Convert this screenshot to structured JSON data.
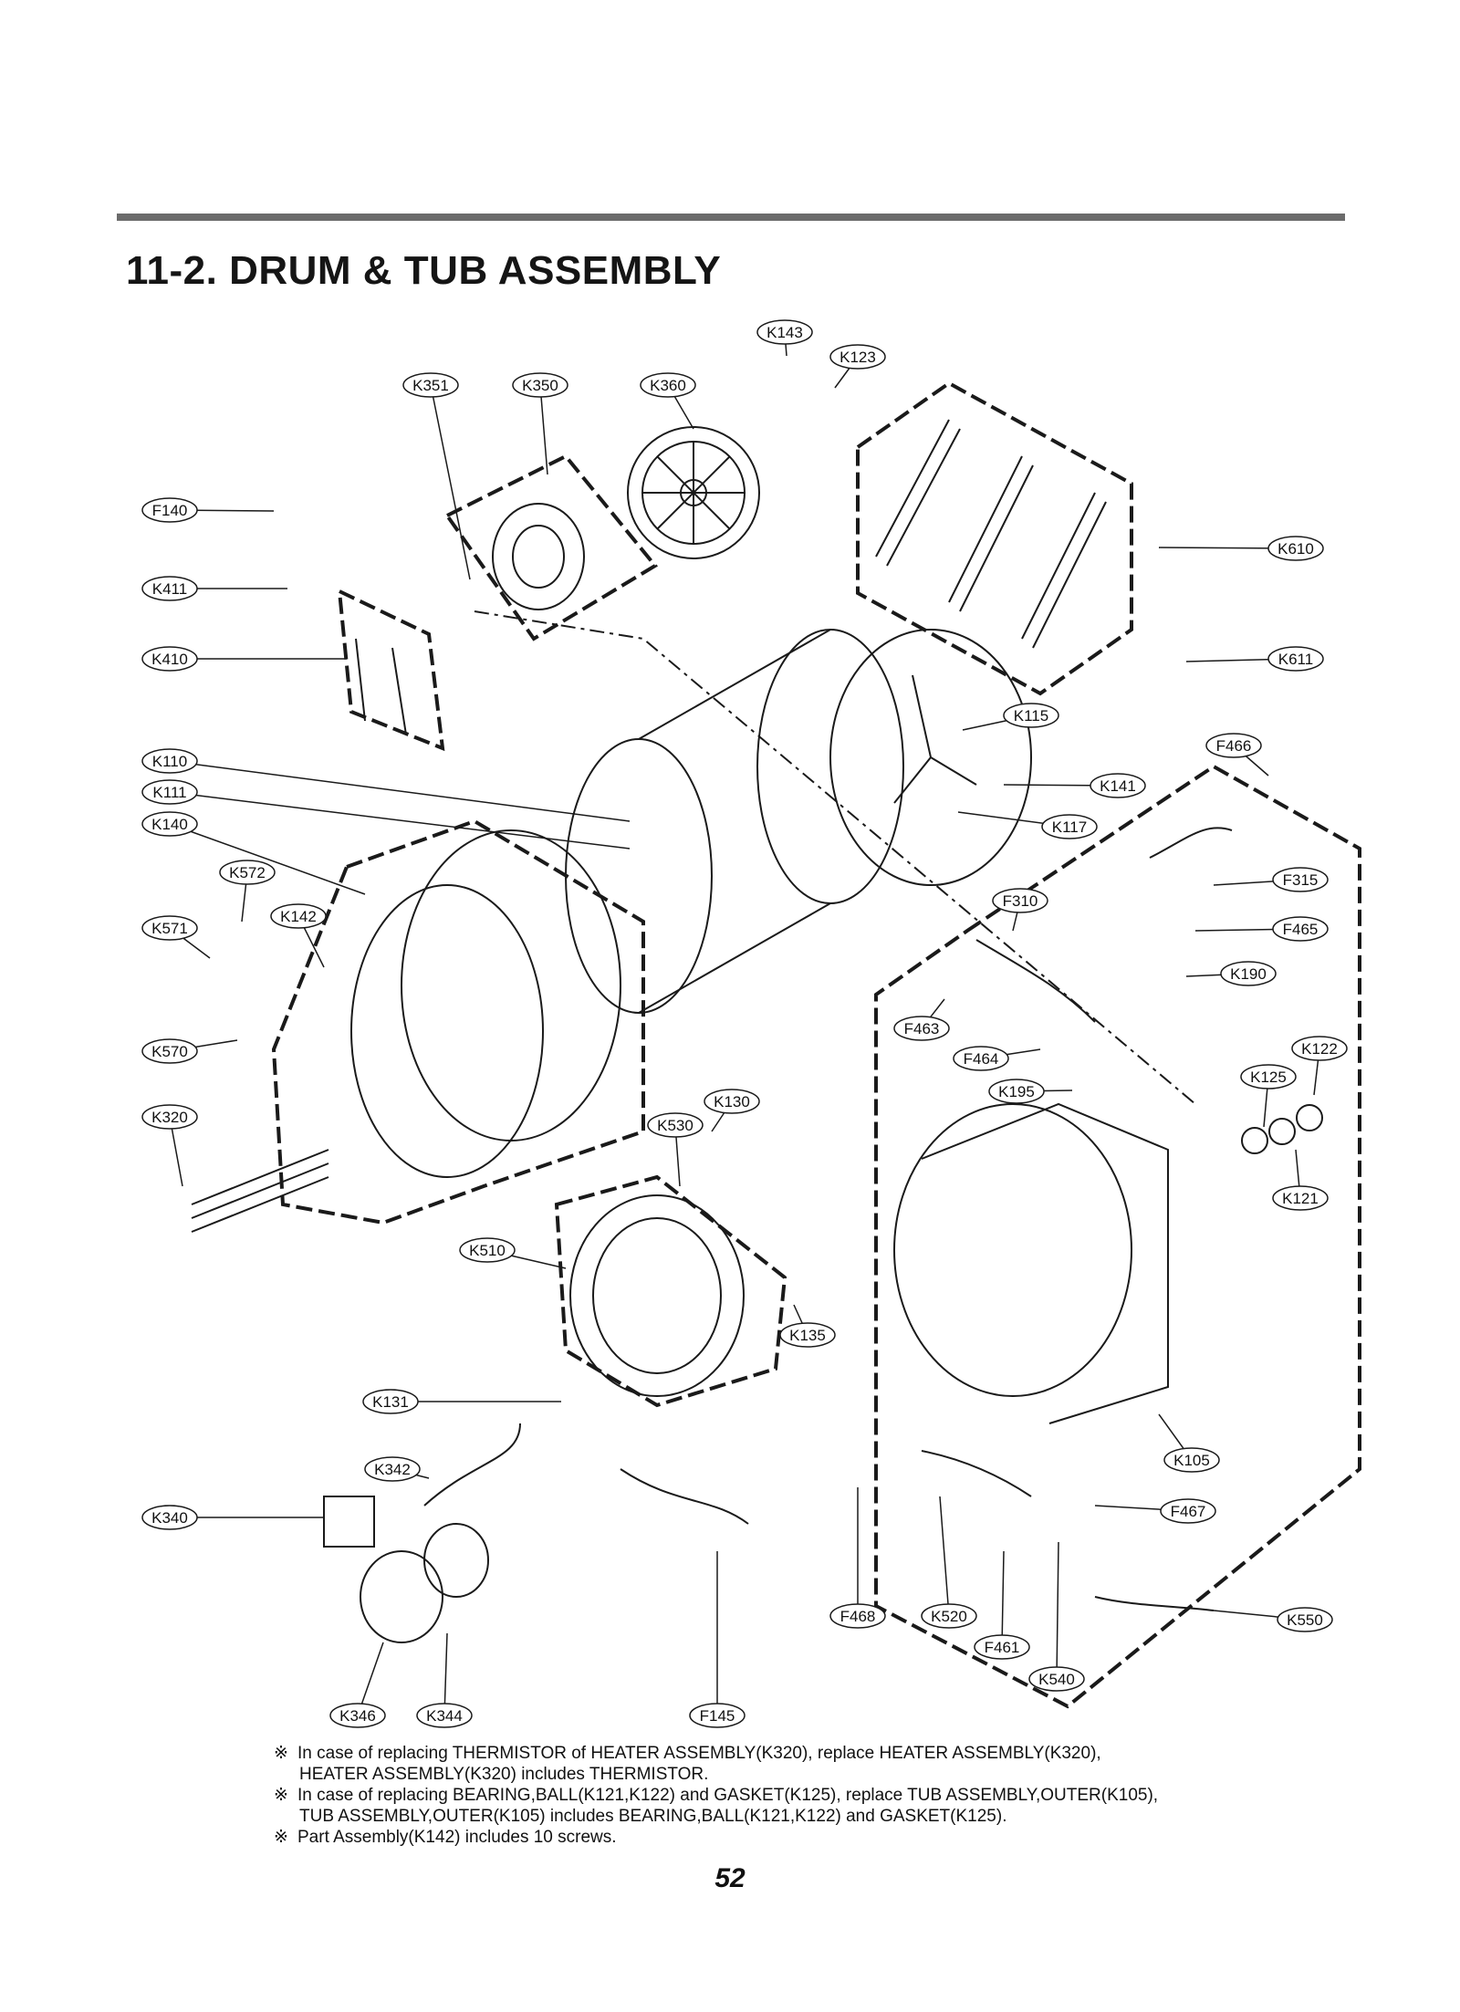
{
  "header": {
    "title": "11-2. DRUM & TUB ASSEMBLY"
  },
  "callouts": [
    "K143",
    "K123",
    "K351",
    "K350",
    "K360",
    "F140",
    "K411",
    "K410",
    "K610",
    "K611",
    "K115",
    "F466",
    "K110",
    "K111",
    "K141",
    "K140",
    "K117",
    "K572",
    "K142",
    "K571",
    "F315",
    "F310",
    "F465",
    "K190",
    "K570",
    "F463",
    "F464",
    "K122",
    "K125",
    "K195",
    "K320",
    "K130",
    "K530",
    "K121",
    "K510",
    "K135",
    "K131",
    "K105",
    "K342",
    "K340",
    "F467",
    "F468",
    "K520",
    "K550",
    "F461",
    "K540",
    "K346",
    "K344",
    "F145"
  ],
  "notes": [
    {
      "mark": "※",
      "line1": "In case of replacing THERMISTOR of HEATER ASSEMBLY(K320), replace HEATER ASSEMBLY(K320),",
      "line2": "HEATER ASSEMBLY(K320) includes THERMISTOR."
    },
    {
      "mark": "※",
      "line1": "In case of replacing BEARING,BALL(K121,K122) and GASKET(K125), replace TUB ASSEMBLY,OUTER(K105),",
      "line2": "TUB ASSEMBLY,OUTER(K105) includes BEARING,BALL(K121,K122) and GASKET(K125)."
    },
    {
      "mark": "※",
      "line1": "Part Assembly(K142) includes 10 screws."
    }
  ],
  "footer": {
    "page_number": "52"
  }
}
